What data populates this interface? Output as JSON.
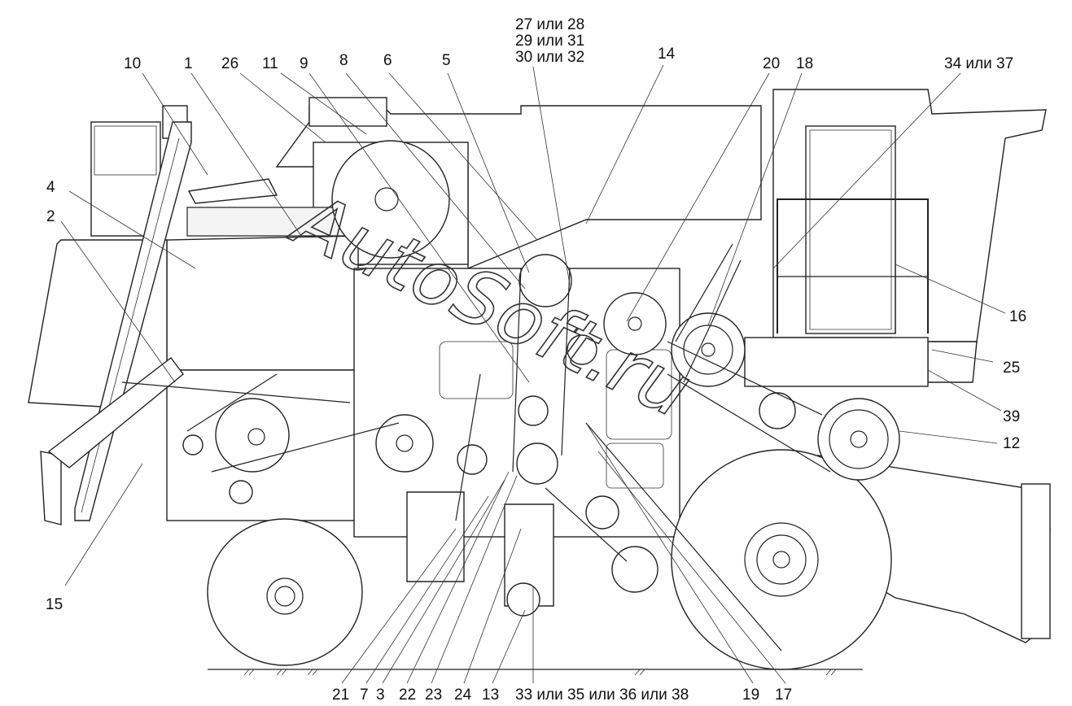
{
  "diagram": {
    "watermark": "AutoSoft.ru",
    "top_labels": {
      "l10": "10",
      "l1": "1",
      "l26": "26",
      "l11": "11",
      "l9": "9",
      "l8": "8",
      "l6": "6",
      "l5": "5",
      "l27": "27 или 28",
      "l29": "29 или 31",
      "l30": "30 или 32",
      "l14": "14",
      "l20": "20",
      "l18": "18",
      "l34": "34 или 37"
    },
    "side_labels": {
      "l4": "4",
      "l2": "2",
      "l15": "15",
      "l16": "16",
      "l25": "25",
      "l39": "39",
      "l12": "12"
    },
    "bottom_labels": {
      "l21": "21",
      "l7": "7",
      "l3": "3",
      "l22": "22",
      "l23": "23",
      "l24": "24",
      "l13": "13",
      "l33": "33 или 35 или 36 или 38",
      "l19": "19",
      "l17": "17"
    }
  }
}
